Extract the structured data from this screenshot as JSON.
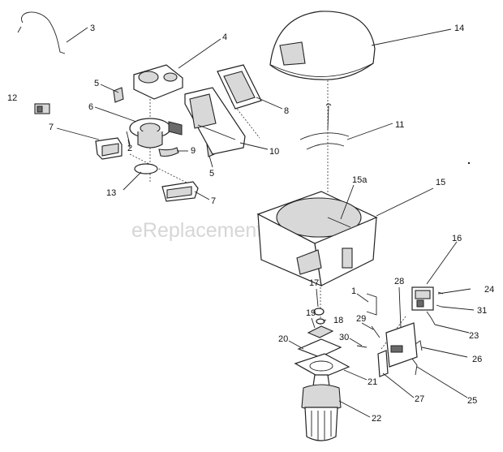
{
  "watermark": "eReplacementParts.com",
  "callouts": {
    "c1": "1",
    "c2": "2",
    "c3": "3",
    "c4": "4",
    "c5a": "5",
    "c5b": "5",
    "c6": "6",
    "c7a": "7",
    "c7b": "7",
    "c8": "8",
    "c9": "9",
    "c10": "10",
    "c11": "11",
    "c12": "12",
    "c13": "13",
    "c14": "14",
    "c15": "15",
    "c15a": "15a",
    "c16": "16",
    "c17": "17",
    "c18": "18",
    "c19": "19",
    "c20": "20",
    "c21": "21",
    "c22": "22",
    "c23": "23",
    "c24": "24",
    "c25": "25",
    "c26": "26",
    "c27": "27",
    "c28": "28",
    "c29": "29",
    "c30": "30",
    "c31": "31"
  }
}
